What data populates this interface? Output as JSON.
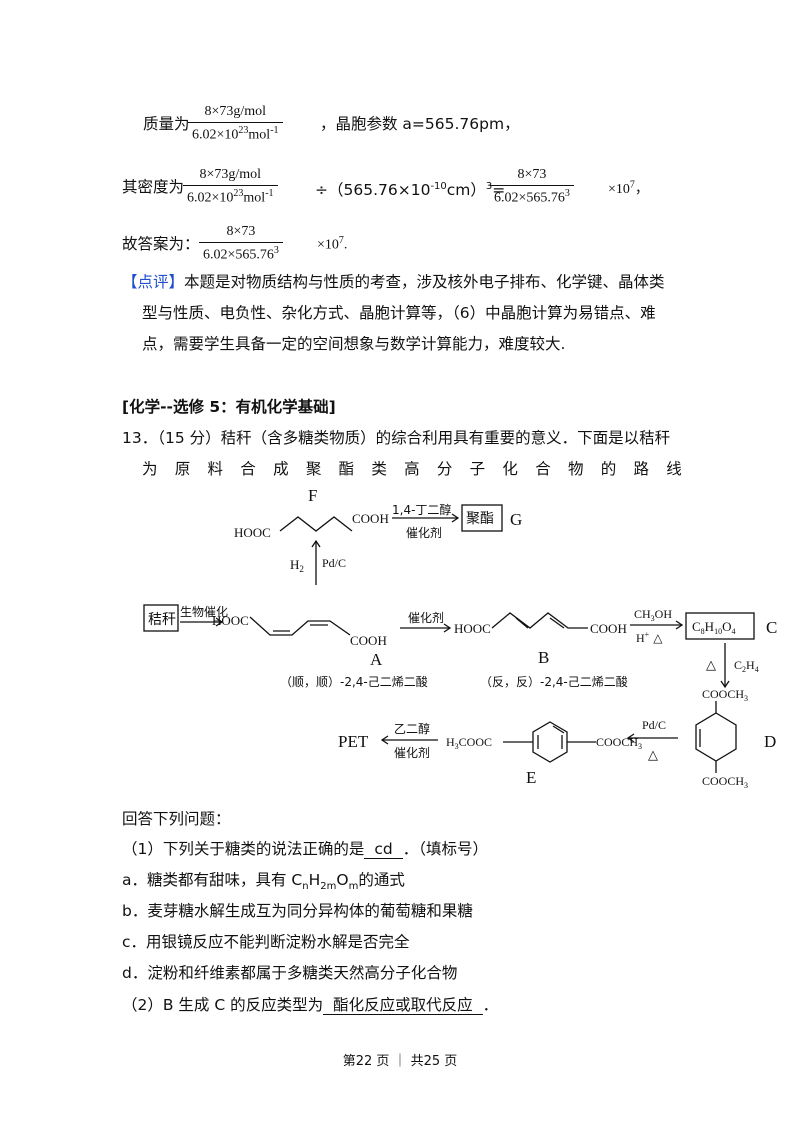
{
  "mass_line": {
    "prefix": "质量为",
    "frac_num": "8×73g/mol",
    "frac_den_a": "6.02×10",
    "frac_den_exp": "23",
    "frac_den_b": "mol",
    "frac_den_exp2": "-1",
    "suffix": "，晶胞参数 a=565.76pm，"
  },
  "density_line": {
    "prefix": "其密度为",
    "frac1_num": "8×73g/mol",
    "frac1_den_a": "6.02×10",
    "frac1_den_exp": "23",
    "frac1_den_b": "mol",
    "frac1_den_exp2": "-1",
    "middle": "÷（565.76×10",
    "middle_exp": "-10",
    "middle2": "cm）",
    "middle_exp2": "3",
    "eq": "=",
    "frac2_num": "8×73",
    "frac2_den": "6.02×565.76",
    "frac2_den_exp": "3",
    "tail": "×10",
    "tail_exp": "7",
    "tail_end": "，"
  },
  "answer_line": {
    "prefix": "故答案为：",
    "frac_num": "8×73",
    "frac_den": "6.02×565.76",
    "frac_den_exp": "3",
    "tail": "×10",
    "tail_exp": "7",
    "tail_end": "."
  },
  "comment": {
    "tag": "【点评】",
    "line1": "本题是对物质结构与性质的考查，涉及核外电子排布、化学键、晶体类",
    "line2": "型与性质、电负性、杂化方式、晶胞计算等，（6）中晶胞计算为易错点、难",
    "line3": "点，需要学生具备一定的空间想象与数学计算能力，难度较大."
  },
  "section_title": "[化学--选修 5：有机化学基础]",
  "question13": {
    "line1": "13．（15 分）秸秆（含多糖类物质）的综合利用具有重要的意义．下面是以秸秆",
    "line2_chars": [
      "为",
      "原",
      "料",
      "合",
      "成",
      "聚",
      "酯",
      "类",
      "高",
      "分",
      "子",
      "化",
      "合",
      "物",
      "的",
      "路",
      "线"
    ]
  },
  "diagram": {
    "F_label": "F",
    "F_left": "HOOC",
    "F_right": "COOH",
    "F_reagent_top": "1,4-丁二醇",
    "F_reagent_bottom": "催化剂",
    "G_box": "聚酯",
    "G_label": "G",
    "H2": "H",
    "H2_sub": "2",
    "PdC_up": "Pd/C",
    "straw_box": "秸秆",
    "bio_cat": "生物催化",
    "A_left": "HOOC",
    "A_right": "COOH",
    "A_label": "A",
    "A_name": "（顺，顺）-2,4-己二烯二酸",
    "cat1": "催化剂",
    "B_left": "HOOC",
    "B_right": "COOH",
    "B_label": "B",
    "B_name": "（反，反）-2,4-己二烯二酸",
    "CH3OH": "CH",
    "CH3OH_sub": "3",
    "CH3OH_end": "OH",
    "H_plus": "H",
    "H_plus_sup": "+",
    "delta1": "△",
    "C_box_a": "C",
    "C_box_s1": "8",
    "C_box_b": "H",
    "C_box_s2": "10",
    "C_box_c": "O",
    "C_box_s3": "4",
    "C_label": "C",
    "delta2": "△",
    "C2H4_a": "C",
    "C2H4_s1": "2",
    "C2H4_b": "H",
    "C2H4_s2": "4",
    "D_top": "COOCH",
    "D_top_sub": "3",
    "D_bottom": "COOCH",
    "D_bottom_sub": "3",
    "D_label": "D",
    "PdC_2": "Pd/C",
    "delta3": "△",
    "E_left": "H",
    "E_left_sub": "3",
    "E_left_end": "COOC",
    "E_right": "COOCH",
    "E_right_sub": "3",
    "E_label": "E",
    "ethylene_glycol": "乙二醇",
    "cat2": "催化剂",
    "PET": "PET"
  },
  "answer_intro": "回答下列问题：",
  "q1": {
    "prefix": "（1）下列关于糖类的说法正确的是",
    "answer": "cd",
    "suffix": "．（填标号）"
  },
  "opt_a": {
    "text": "a．糖类都有甜味，具有 C",
    "sub1": "n",
    "mid": "H",
    "sub2": "2m",
    "mid2": "O",
    "sub3": "m",
    "end": "的通式"
  },
  "opt_b": "b．麦芽糖水解生成互为同分异构体的葡萄糖和果糖",
  "opt_c": "c．用银镜反应不能判断淀粉水解是否完全",
  "opt_d": "d．淀粉和纤维素都属于多糖类天然高分子化合物",
  "q2": {
    "prefix": "（2）B 生成 C 的反应类型为",
    "answer": "酯化反应或取代反应",
    "suffix": "．"
  },
  "footer": "第22 页 ｜ 共25 页"
}
